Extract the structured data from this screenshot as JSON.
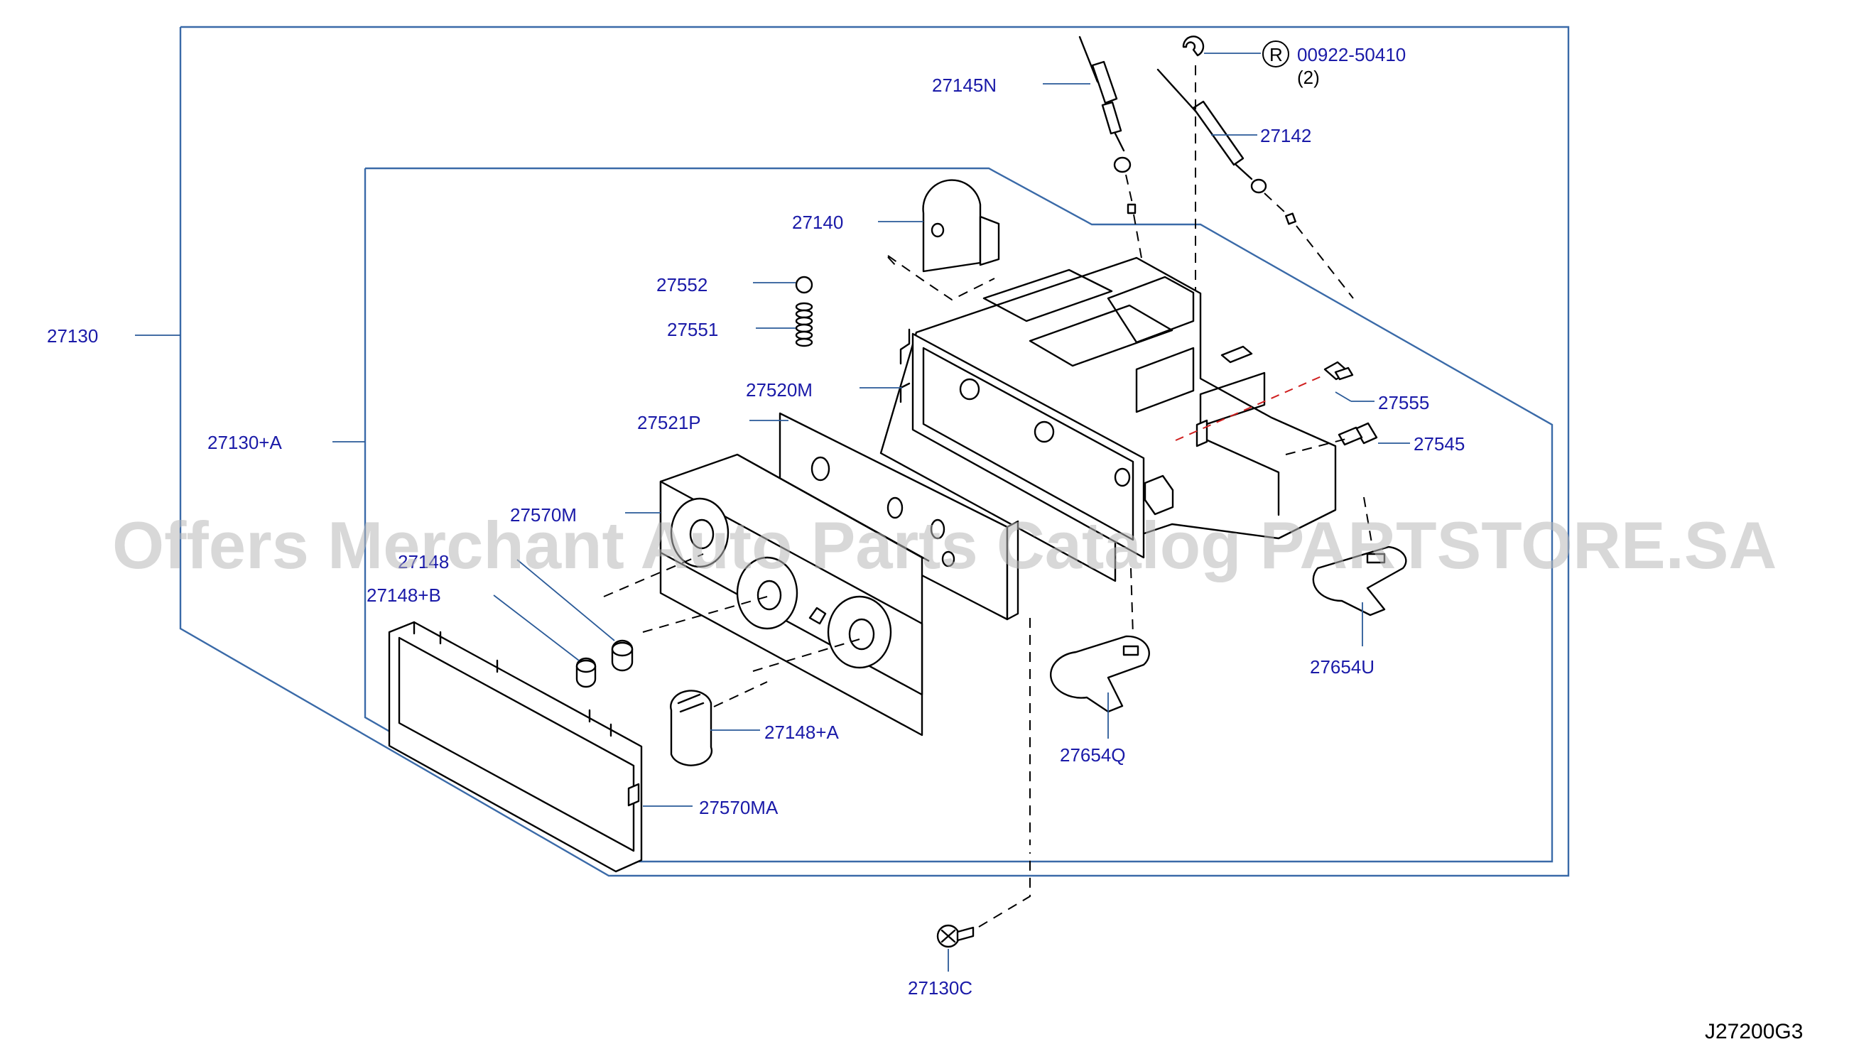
{
  "diagram_code": "J27200G3",
  "watermark": "Offers Merchant Auto Parts Catalog PARTSTORE.SA",
  "callouts": {
    "c27130": "27130",
    "c27130A": "27130+A",
    "c27145N": "27145N",
    "c27142": "27142",
    "c00922": "00922-50410",
    "qty": "(2)",
    "ref": "R",
    "c27140": "27140",
    "c27552": "27552",
    "c27551": "27551",
    "c27520M": "27520M",
    "c27521P": "27521P",
    "c27555": "27555",
    "c27545": "27545",
    "c27570M": "27570M",
    "c27148": "27148",
    "c27148B": "27148+B",
    "c27148A": "27148+A",
    "c27570MA": "27570MA",
    "c27654Q": "27654Q",
    "c27654U": "27654U",
    "c27130C": "27130C"
  },
  "colors": {
    "part_number": "#1a1aa8",
    "frame": "#3a6aa8",
    "watermark": "#b8b8b8"
  }
}
